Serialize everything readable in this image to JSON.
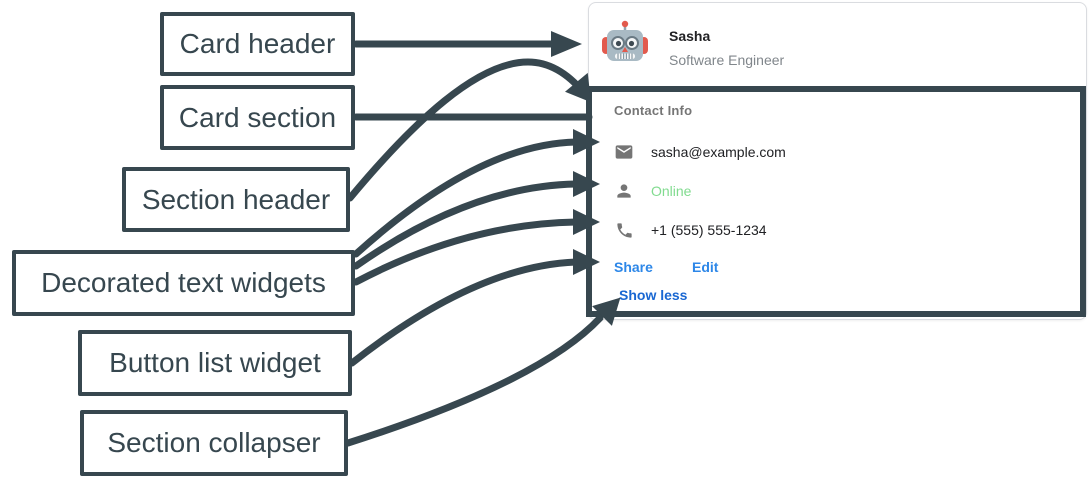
{
  "labels": {
    "card_header": "Card header",
    "card_section": "Card section",
    "section_header": "Section header",
    "decorated_text": "Decorated text widgets",
    "button_list": "Button list widget",
    "section_collapser": "Section collapser"
  },
  "card": {
    "header": {
      "avatar_icon": "robot-avatar-icon",
      "name": "Sasha",
      "subtitle": "Software Engineer"
    },
    "section": {
      "title": "Contact Info",
      "rows": [
        {
          "icon": "email-icon",
          "text": "sasha@example.com"
        },
        {
          "icon": "person-icon",
          "text": "Online",
          "status_color": "#81DB8F"
        },
        {
          "icon": "phone-icon",
          "text": "+1 (555) 555-1234"
        }
      ],
      "buttons": [
        {
          "label": "Share"
        },
        {
          "label": "Edit"
        }
      ],
      "collapser": "Show less"
    }
  },
  "colors": {
    "annotation": "#37474F",
    "card_border": "#DADCE0",
    "muted_text": "#757575",
    "subtitle_gray": "#80868B",
    "link_blue": "#2D87E8",
    "collapser_blue": "#1967D2",
    "online_green": "#81DB8F"
  }
}
